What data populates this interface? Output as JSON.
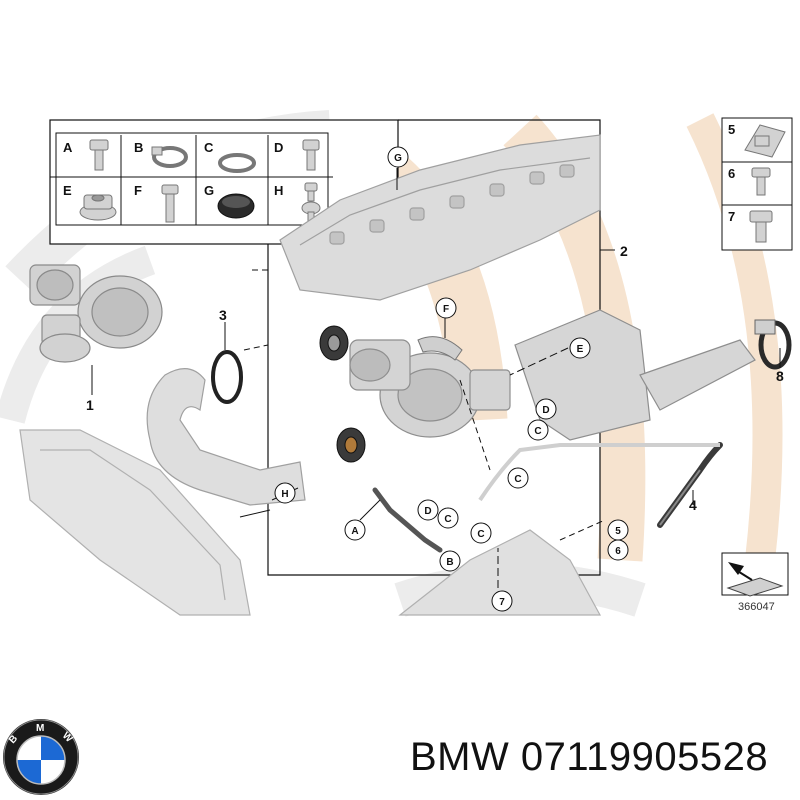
{
  "footer": {
    "brand": "BMW",
    "part_number": "07119905528",
    "logo_letters": "BMW",
    "logo_colors": {
      "blue": "#1c69d4",
      "white": "#ffffff",
      "ring": "#1a1a1a"
    }
  },
  "diagram": {
    "ref_number": "366047",
    "legend_small_parts": [
      {
        "letter": "A",
        "part": "bolt"
      },
      {
        "letter": "B",
        "part": "hose-clamp"
      },
      {
        "letter": "C",
        "part": "sealing-ring"
      },
      {
        "letter": "D",
        "part": "hollow-bolt"
      },
      {
        "letter": "E",
        "part": "hex-nut"
      },
      {
        "letter": "F",
        "part": "stud-bolt"
      },
      {
        "letter": "G",
        "part": "grommet"
      },
      {
        "letter": "H",
        "part": "banjo-bolt"
      }
    ],
    "legend_fasteners": [
      {
        "number": "5",
        "part": "spring-nut"
      },
      {
        "number": "6",
        "part": "bolt"
      },
      {
        "number": "7",
        "part": "hex-bolt"
      }
    ],
    "part_numbers": [
      "1",
      "2",
      "3",
      "4",
      "5",
      "6",
      "7",
      "8"
    ],
    "callout_letters": [
      "G",
      "F",
      "E",
      "D",
      "C",
      "C",
      "H",
      "A",
      "B",
      "D",
      "C",
      "C"
    ],
    "colors": {
      "part_fill": "#dcdcdc",
      "part_stroke": "#9a9a9a",
      "line": "#111111",
      "watermark": "#f6e3cf"
    }
  }
}
